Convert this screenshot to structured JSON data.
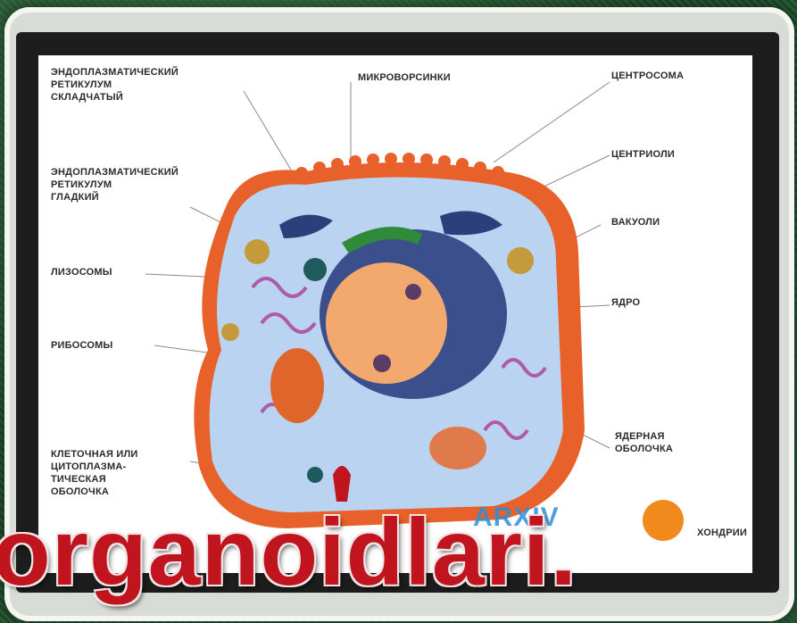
{
  "slide": {
    "title": "organoidlari.",
    "title_color": "#c0141f"
  },
  "diagram": {
    "labels": {
      "rough_er": "ЭНДОПЛАЗМАТИЧЕСКИЙ\nРЕТИКУЛУМ\nСКЛАДЧАТЫЙ",
      "microvilli": "МИКРОВОРСИНКИ",
      "centrosome": "ЦЕНТРОСОМА",
      "centrioles": "ЦЕНТРИОЛИ",
      "smooth_er": "ЭНДОПЛАЗМАТИЧЕСКИЙ\nРЕТИКУЛУМ\nГЛАДКИЙ",
      "vacuoles": "ВАКУОЛИ",
      "lysosomes": "ЛИЗОСОМЫ",
      "nucleus": "ЯДРО",
      "ribosomes": "РИБОСОМЫ",
      "nuclear_envelope": "ЯДЕРНАЯ\nОБОЛОЧКА",
      "cell_membrane": "КЛЕТОЧНАЯ ИЛИ\nЦИТОПЛАЗМА-\nТИЧЕСКАЯ\nОБОЛОЧКА",
      "mitochondria_partial": "ХОНДРИИ"
    },
    "watermark": "ARXIV",
    "colors": {
      "membrane": "#e8612a",
      "cytoplasm": "#b9d3f0",
      "nucleus": "#f3a86e",
      "nuclear_envelope": "#3b4f8c",
      "golgi": "#2f8a3a",
      "er": "#8a6fbf"
    }
  }
}
